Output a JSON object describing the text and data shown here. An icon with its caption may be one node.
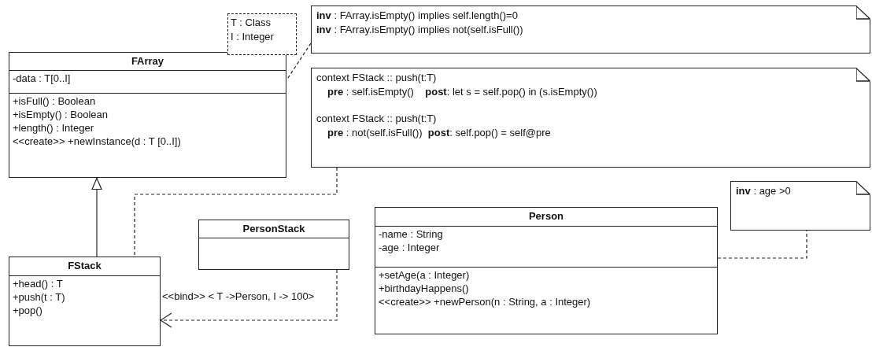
{
  "diagram": {
    "nodes": [
      {
        "text": [
          "FArray",
          "-data : T[0..I]",
          "+isFull() : Boolean",
          "+isEmpty() : Boolean",
          "+length() : Integer",
          "<<create>> +newInstance(d : T [0..I])"
        ]
      },
      {
        "text": [
          "T : Class",
          "I : Integer"
        ]
      },
      {
        "text": [
          "**inv** : FArray.isEmpty() implies self.length()=0",
          "**inv** : FArray.isEmpty() implies not(self.isFull())"
        ]
      },
      {
        "text": [
          "context FStack :: push(t:T)",
          "**pre** : self.isEmpty()    **post**: let s = self.pop() in (s.isEmpty())",
          "context FStack :: push(t:T)",
          "**pre** : not(self.isFull())  **post**: self.pop() = self@pre"
        ]
      },
      {
        "text": [
          "PersonStack"
        ]
      },
      {
        "text": [
          "FStack",
          "+head() : T",
          "+push(t : T)",
          "+pop()"
        ]
      },
      {
        "text": [
          "Person",
          "-name : String",
          "-age : Integer",
          "+setAge(a : Integer)",
          "+birthdayHappens()",
          "<<create>> +newPerson(n : String, a : Integer)"
        ]
      },
      {
        "text": [
          "**inv** : age >0"
        ]
      }
    ],
    "edges": [
      {
        "from": 5,
        "to": 0,
        "arrow": "to"
      },
      {
        "from": 3,
        "to": 5,
        "arrow": "none",
        "style": "dashed"
      },
      {
        "from": 2,
        "to": 0,
        "arrow": "none",
        "style": "dashed"
      },
      {
        "from": 4,
        "to": 5,
        "arrow": "to",
        "style": "dashed",
        "label": "<<bind>> < T ->Person, I -> 100>"
      },
      {
        "from": 6,
        "to": 7,
        "arrow": "none",
        "style": "dashed"
      }
    ]
  }
}
